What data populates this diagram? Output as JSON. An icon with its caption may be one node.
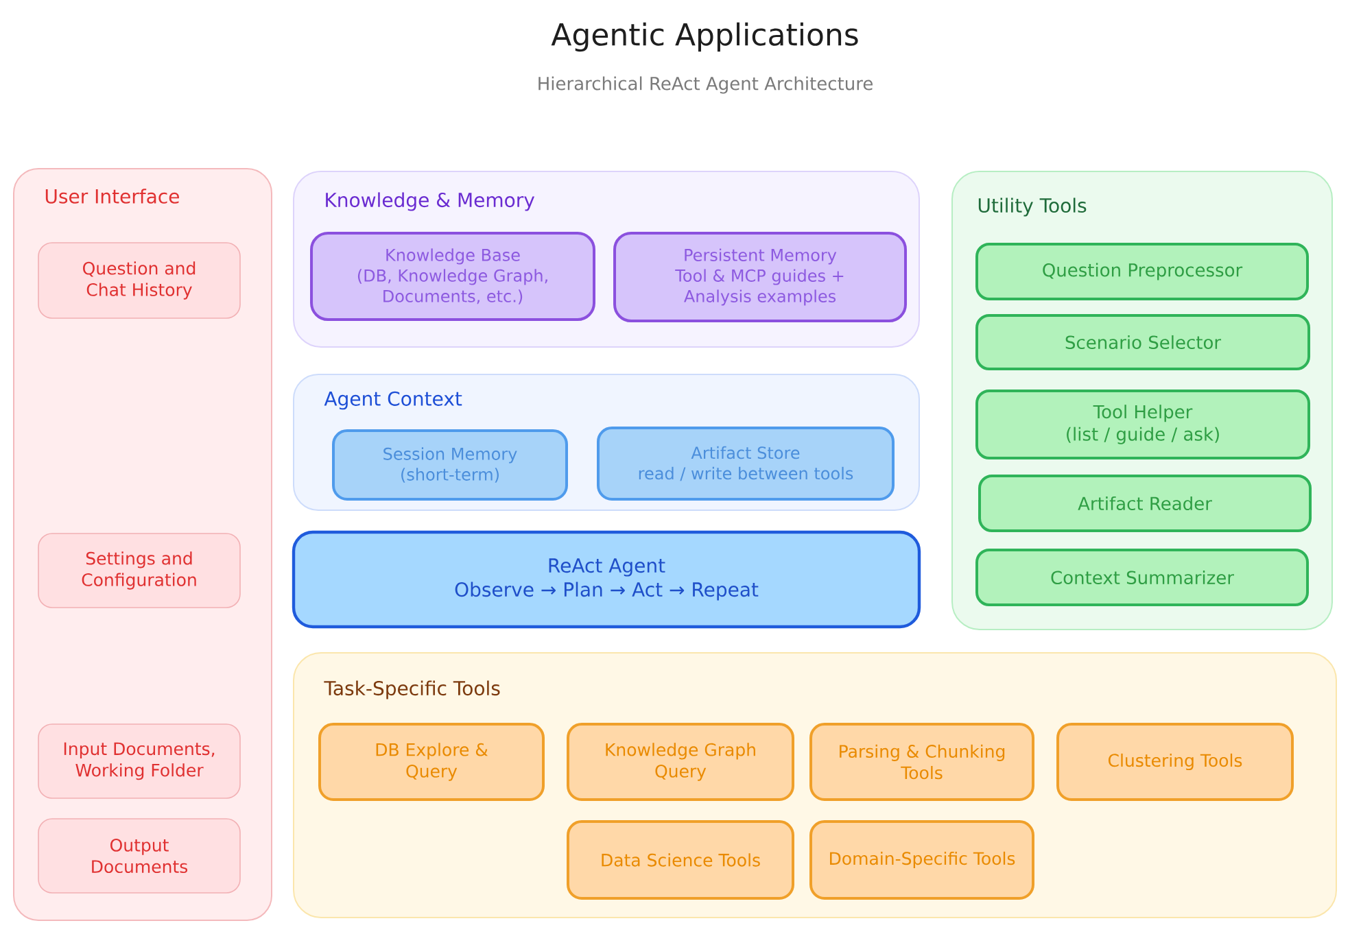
{
  "diagram": {
    "title": "Agentic Applications",
    "nodes": [
      {
        "text": [
          "User Interface"
        ]
      },
      {
        "text": [
          "Question and Chat History"
        ],
        "in": 0
      },
      {
        "text": [
          "Settings and Configuration"
        ],
        "in": 0
      },
      {
        "text": [
          "Input Documents, Working Folder"
        ],
        "in": 0
      },
      {
        "text": [
          "Output Documents"
        ],
        "in": 0
      },
      {
        "text": [
          "Knowledge & Memory"
        ]
      },
      {
        "text": [
          "Knowledge Base",
          "(DB, Knowledge Graph, Documents, etc.)"
        ],
        "in": 5
      },
      {
        "text": [
          "Persistent Memory",
          "Tool & MCP guides + Analysis examples"
        ],
        "in": 5
      },
      {
        "text": [
          "Agent Context"
        ]
      },
      {
        "text": [
          "Session Memory",
          "(short-term)"
        ],
        "in": 8
      },
      {
        "text": [
          "Artifact Store",
          "read / write between tools"
        ],
        "in": 8
      },
      {
        "text": [
          "ReAct Agent",
          "Observe → Plan → Act → Repeat"
        ]
      },
      {
        "text": [
          "Utility Tools"
        ]
      },
      {
        "text": [
          "Question Preprocessor"
        ],
        "in": 12
      },
      {
        "text": [
          "Scenario Selector"
        ],
        "in": 12
      },
      {
        "text": [
          "Tool Helper",
          "(list / guide / ask)"
        ],
        "in": 12
      },
      {
        "text": [
          "Artifact Reader"
        ],
        "in": 12
      },
      {
        "text": [
          "Context Summarizer"
        ],
        "in": 12
      },
      {
        "text": [
          "Task-Specific Tools"
        ]
      },
      {
        "text": [
          "DB Explore & Query"
        ],
        "in": 18
      },
      {
        "text": [
          "Knowledge Graph Query"
        ],
        "in": 18
      },
      {
        "text": [
          "Parsing & Chunking Tools"
        ],
        "in": 18
      },
      {
        "text": [
          "Clustering Tools"
        ],
        "in": 18
      },
      {
        "text": [
          "Data Science Tools"
        ],
        "in": 18
      },
      {
        "text": [
          "Domain-Specific Tools"
        ],
        "in": 18
      }
    ],
    "labels": [
      "Hierarchical ReAct Agent Architecture"
    ]
  }
}
